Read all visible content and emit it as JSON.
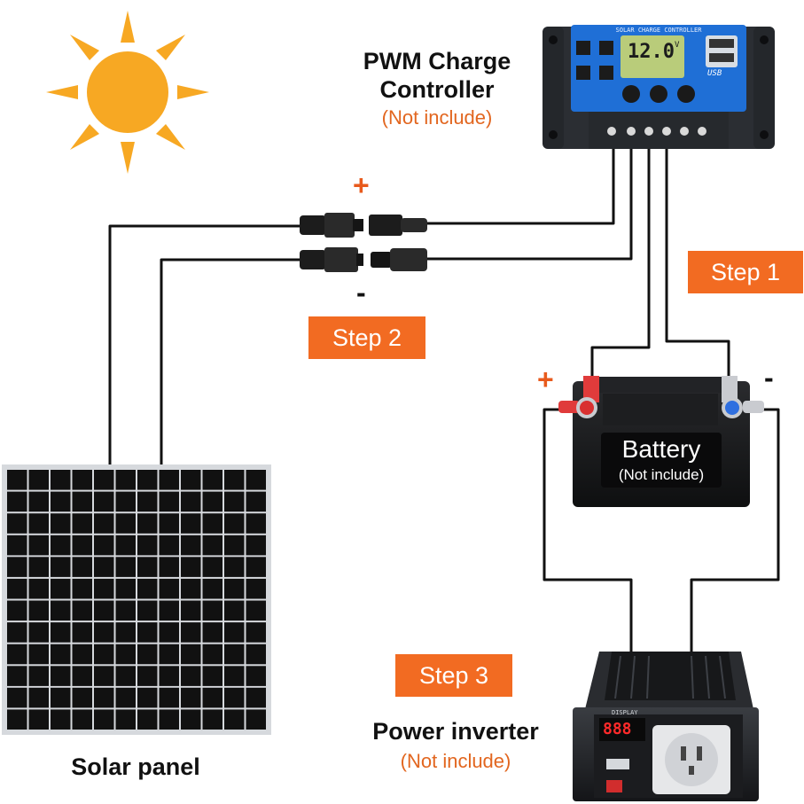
{
  "controller": {
    "title_line1": "PWM Charge",
    "title_line2": "Controller",
    "note": "(Not include)",
    "header": "SOLAR CHARGE CONTROLLER",
    "lcd_value": "12.0",
    "lcd_unit": "V",
    "usb_label": "USB"
  },
  "battery": {
    "label": "Battery",
    "note": "(Not include)",
    "plus": "+",
    "minus": "-"
  },
  "inverter": {
    "title": "Power inverter",
    "note": "(Not include)",
    "display_label": "DISPLAY",
    "readout": "888"
  },
  "panel": {
    "title": "Solar panel"
  },
  "connectors": {
    "plus": "+",
    "minus": "-"
  },
  "steps": {
    "step1": "Step 1",
    "step2": "Step 2",
    "step3": "Step 3"
  },
  "colors": {
    "step_fill": "#f26b22",
    "note_text": "#e2661f",
    "sign": "#e85a1c",
    "sun": "#f7a823",
    "wire": "#111111",
    "controller_body": "#2b2e33",
    "controller_face": "#1f6fd6",
    "battery_body": "#1a1b1d",
    "panel_cell": "#111111",
    "panel_grid": "#9aa0a6",
    "terminal_red": "#e03b3b",
    "terminal_blue": "#2f6fe0"
  }
}
